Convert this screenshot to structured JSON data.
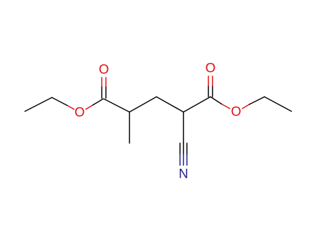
{
  "atoms": {
    "o_carbonyl_left": "O",
    "o_ester_left": "O",
    "o_carbonyl_right": "O",
    "o_ester_right": "O",
    "n_nitrile": "N"
  },
  "colors": {
    "oxygen": "#e01010",
    "nitrogen": "#1f1f8f",
    "carbon_bond": "#000000",
    "background": "#ffffff"
  }
}
